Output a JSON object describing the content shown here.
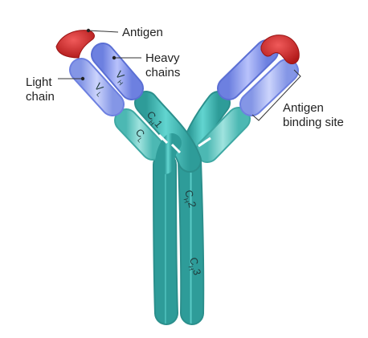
{
  "labels": {
    "antigen": "Antigen",
    "heavy_line1": "Heavy",
    "heavy_line2": "chains",
    "light_line1": "Light",
    "light_line2": "chain",
    "binding_line1": "Antigen",
    "binding_line2": "binding site"
  },
  "domains": {
    "vh_main": "V",
    "vh_sub": "H",
    "vl_main": "V",
    "vl_sub": "L",
    "ch1_main": "C",
    "ch1_sub": "H",
    "ch1_num": "1",
    "cl_main": "C",
    "cl_sub": "L",
    "ch2_main": "C",
    "ch2_sub": "H",
    "ch2_num": "2",
    "ch3_main": "C",
    "ch3_sub": "H",
    "ch3_num": "3"
  },
  "colors": {
    "heavy_variable": "#8f9ff0",
    "light_variable": "#a9b6f4",
    "constant_teal": "#4fc6c2",
    "constant_light": "#7fd6d0",
    "antigen_red": "#d02828"
  }
}
